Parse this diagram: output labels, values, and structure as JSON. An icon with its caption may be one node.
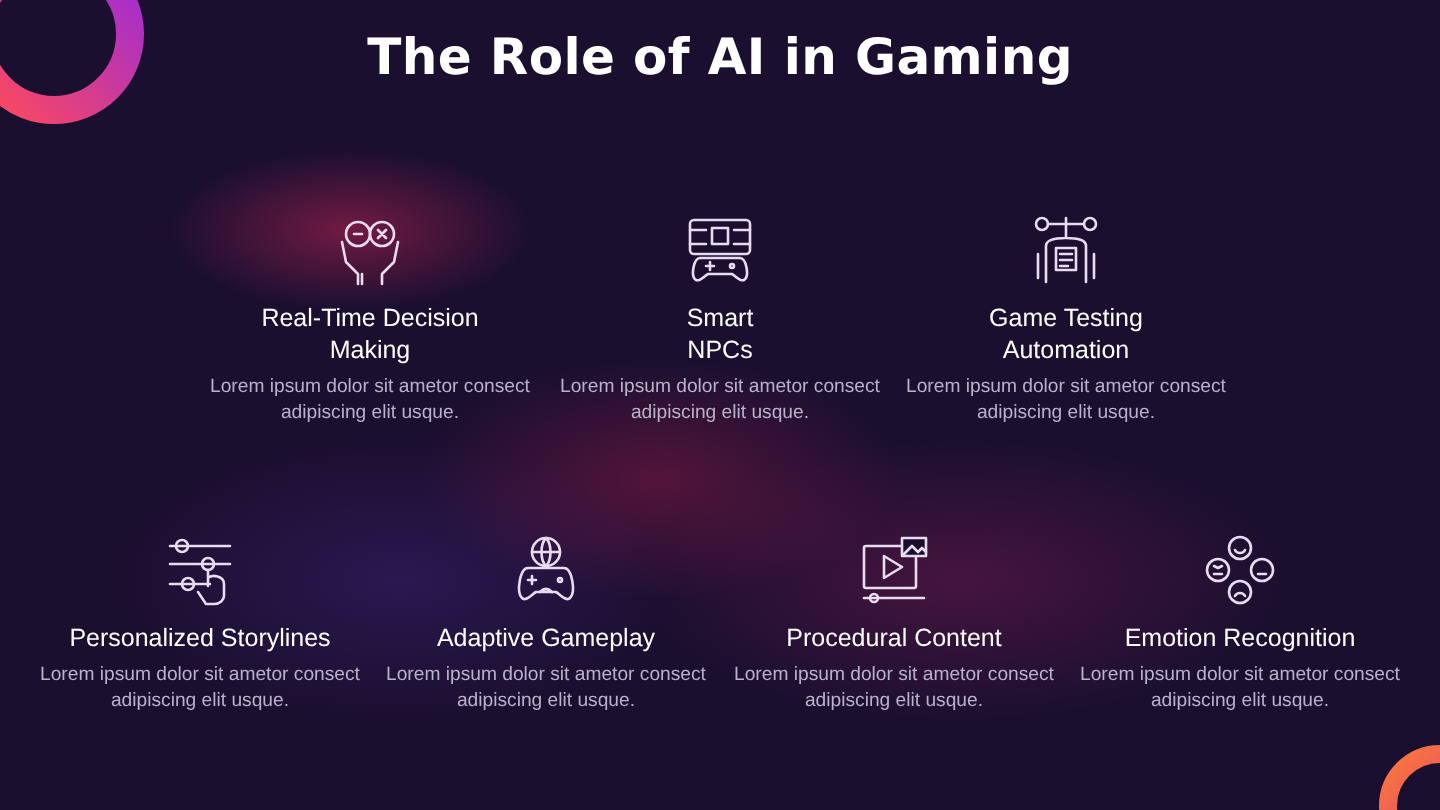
{
  "diagram": {
    "title": "The Role of AI in Gaming",
    "labels": [
      "Real-Time Decision Making",
      "Lorem ipsum dolor sit ametor consect adipiscing elit usque.",
      "Smart NPCs",
      "Lorem ipsum dolor sit ametor consect adipiscing elit usque.",
      "Game Testing Automation",
      "Lorem ipsum dolor sit ametor consect adipiscing elit usque.",
      "Personalized Storylines",
      "Lorem ipsum dolor sit ametor consect adipiscing elit usque.",
      "Adaptive Gameplay",
      "Lorem ipsum dolor sit ametor consect adipiscing elit usque.",
      "Procedural Content",
      "Lorem ipsum dolor sit ametor consect adipiscing elit usque.",
      "Emotion Recognition",
      "Lorem ipsum dolor sit ametor consect adipiscing elit usque."
    ]
  }
}
